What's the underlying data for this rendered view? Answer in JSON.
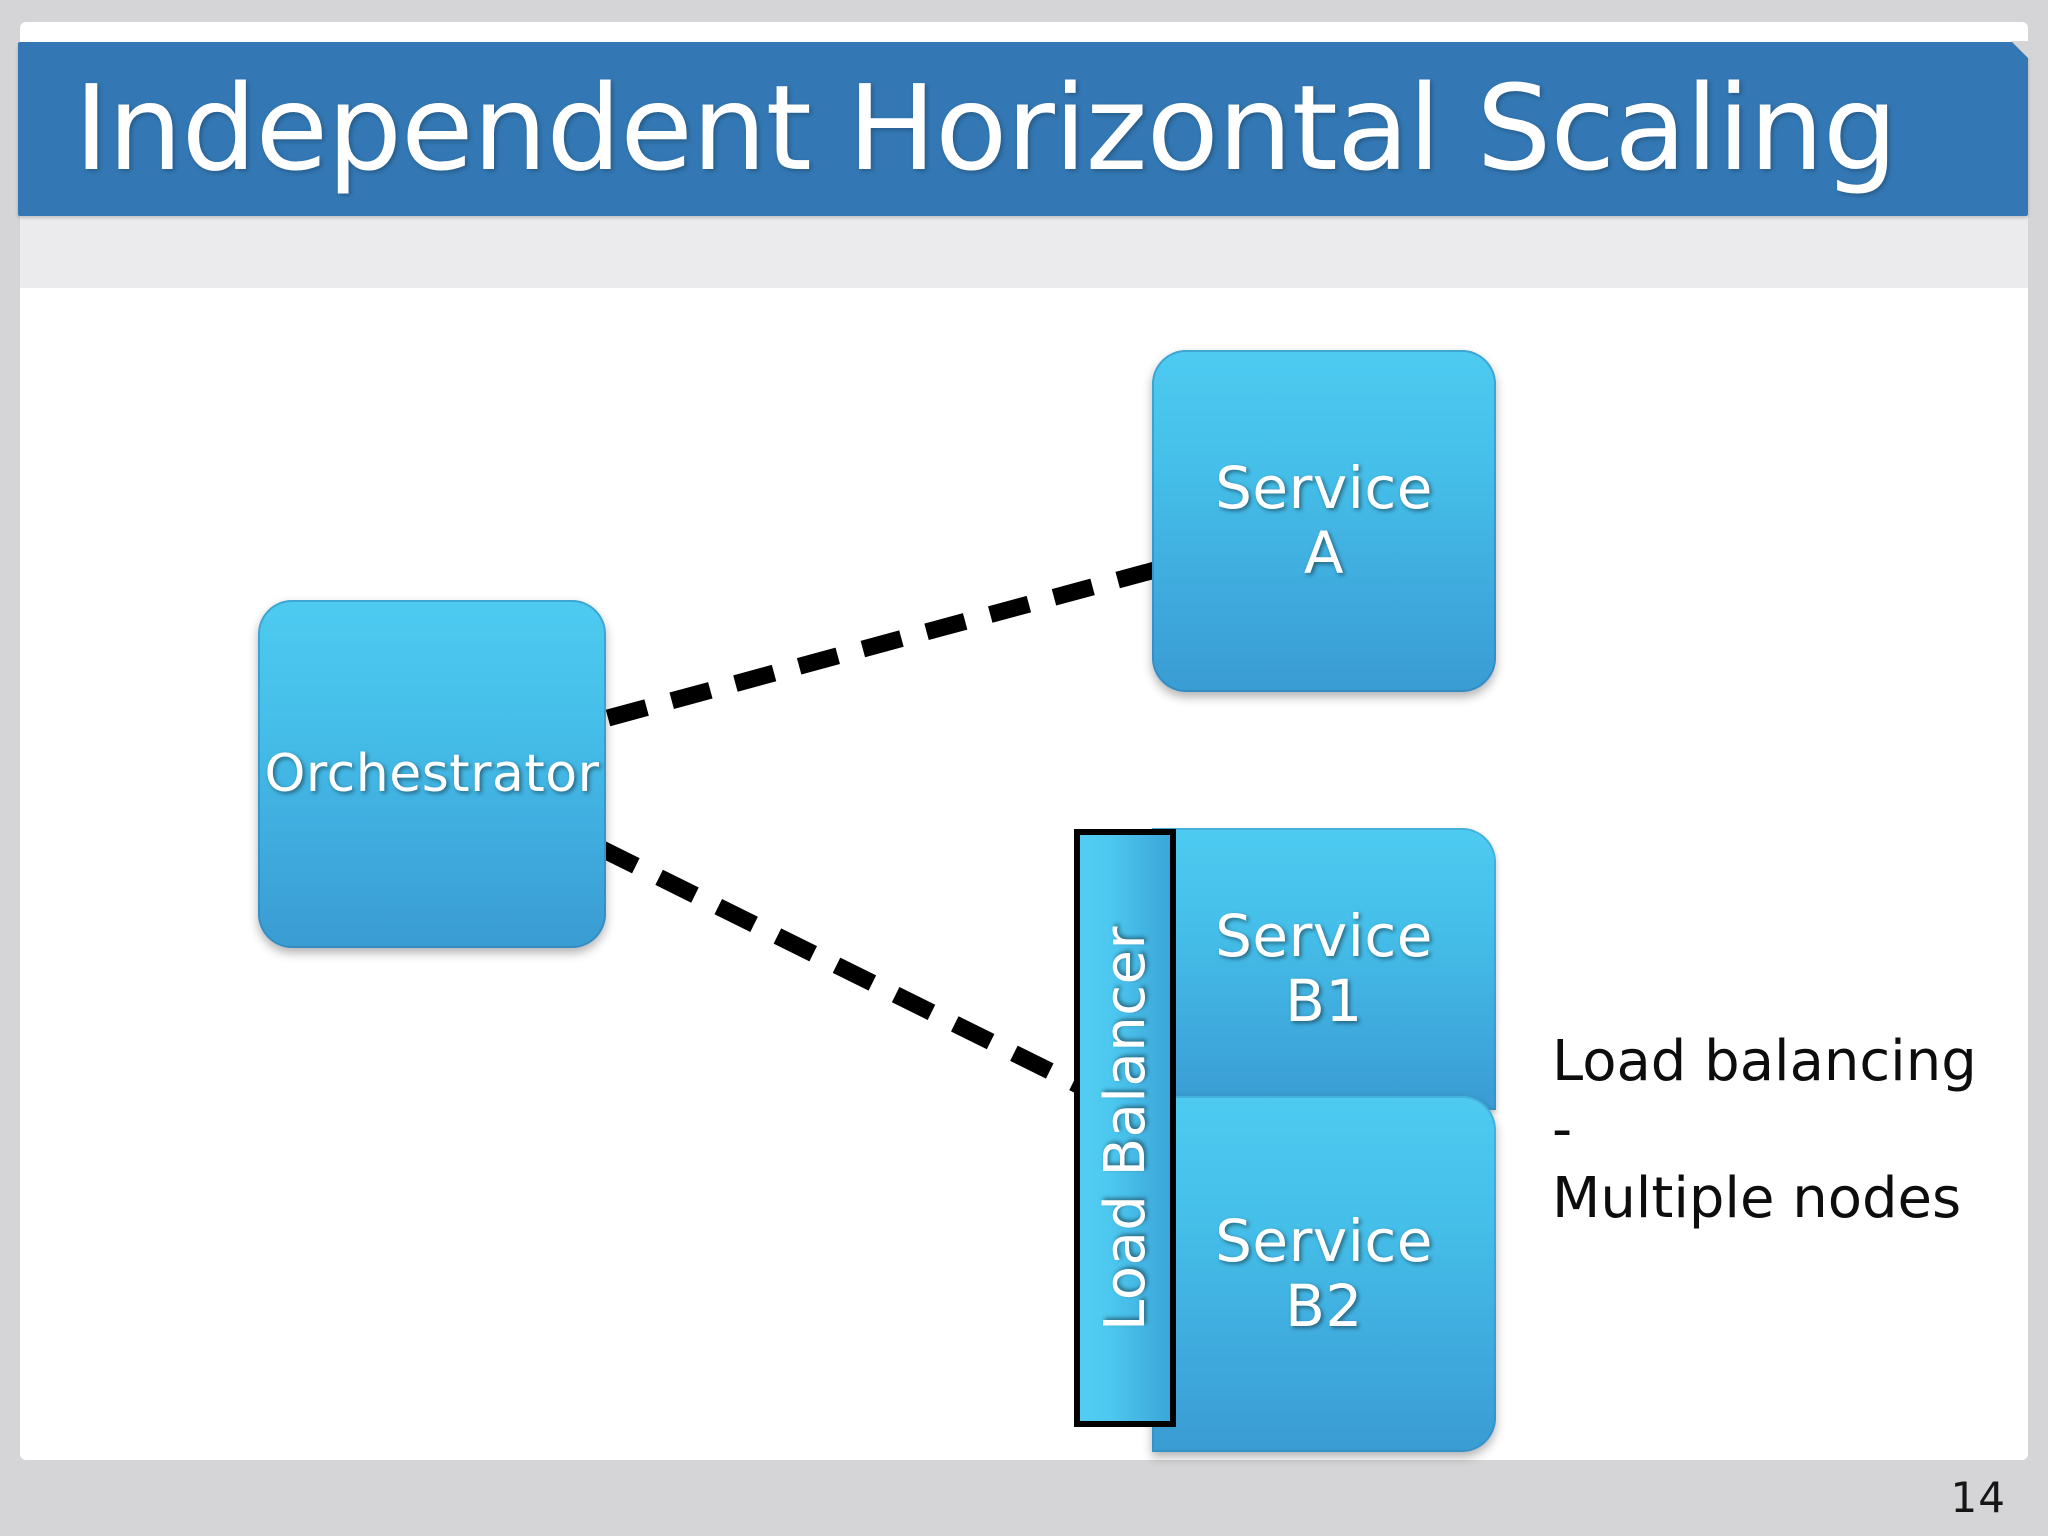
{
  "slide": {
    "title": "Independent Horizontal Scaling",
    "page_number": "14",
    "colors": {
      "background": "#d5d4d6",
      "canvas": "#ffffff",
      "title_bar": "#3378b4",
      "title_underband": "#ebeaec",
      "node_gradient_top": "#4ecbf1",
      "node_gradient_bottom": "#3a9cd2",
      "node_text": "#ffffff",
      "connector": "#000000",
      "note_text": "#0d0d0d"
    }
  },
  "diagram": {
    "nodes": [
      {
        "id": "orchestrator",
        "label": "Orchestrator",
        "shape": "rounded-rect"
      },
      {
        "id": "service_a",
        "label": "Service\nA",
        "shape": "rounded-rect"
      },
      {
        "id": "service_b1",
        "label": "Service\nB1",
        "shape": "rounded-rect"
      },
      {
        "id": "service_b2",
        "label": "Service\nB2",
        "shape": "rounded-rect"
      },
      {
        "id": "load_balancer",
        "label": "Load Balancer",
        "shape": "vertical-bar",
        "orientation": "vertical"
      }
    ],
    "edges": [
      {
        "from": "orchestrator",
        "to": "service_a",
        "style": "dashed"
      },
      {
        "from": "orchestrator",
        "to": "load_balancer",
        "style": "dashed"
      }
    ]
  },
  "annotation": {
    "lines": [
      "Load balancing",
      "-",
      "Multiple nodes"
    ]
  }
}
